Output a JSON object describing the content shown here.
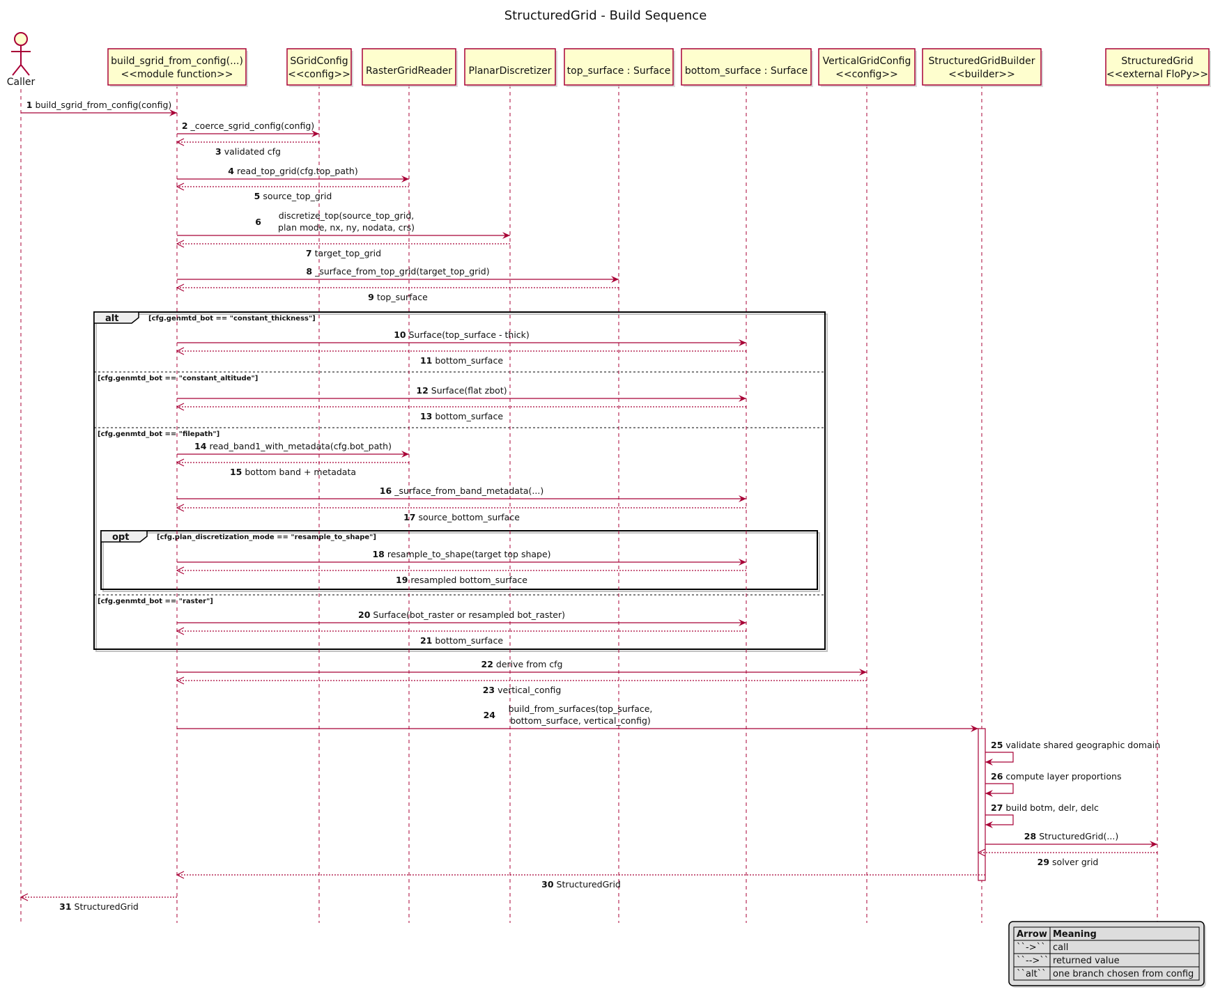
{
  "title": "StructuredGrid - Build Sequence",
  "participants": [
    {
      "id": "caller",
      "kind": "actor",
      "lines": [
        "Caller"
      ]
    },
    {
      "id": "build",
      "kind": "box",
      "lines": [
        "build_sgrid_from_config(...)",
        "<<module function>>"
      ]
    },
    {
      "id": "sgridconfig",
      "kind": "box",
      "lines": [
        "SGridConfig",
        "<<config>>"
      ]
    },
    {
      "id": "raster",
      "kind": "box",
      "lines": [
        "RasterGridReader"
      ]
    },
    {
      "id": "planar",
      "kind": "box",
      "lines": [
        "PlanarDiscretizer"
      ]
    },
    {
      "id": "top",
      "kind": "box",
      "lines": [
        "top_surface : Surface"
      ]
    },
    {
      "id": "bottom",
      "kind": "box",
      "lines": [
        "bottom_surface : Surface"
      ]
    },
    {
      "id": "vertical",
      "kind": "box",
      "lines": [
        "VerticalGridConfig",
        "<<config>>"
      ]
    },
    {
      "id": "builder",
      "kind": "box",
      "lines": [
        "StructuredGridBuilder",
        "<<builder>>"
      ]
    },
    {
      "id": "grid",
      "kind": "box",
      "lines": [
        "StructuredGrid",
        "<<external FloPy>>"
      ]
    }
  ],
  "messages": [
    {
      "n": "1",
      "from": "caller",
      "to": "build",
      "type": "call",
      "lines": [
        "build_sgrid_from_config(config)"
      ]
    },
    {
      "n": "2",
      "from": "build",
      "to": "sgridconfig",
      "type": "call",
      "lines": [
        "_coerce_sgrid_config(config)"
      ]
    },
    {
      "n": "3",
      "from": "sgridconfig",
      "to": "build",
      "type": "return",
      "lines": [
        "validated cfg"
      ]
    },
    {
      "n": "4",
      "from": "build",
      "to": "raster",
      "type": "call",
      "lines": [
        "read_top_grid(cfg.top_path)"
      ]
    },
    {
      "n": "5",
      "from": "raster",
      "to": "build",
      "type": "return",
      "lines": [
        "source_top_grid"
      ]
    },
    {
      "n": "6",
      "from": "build",
      "to": "planar",
      "type": "call",
      "lines": [
        "discretize_top(source_top_grid,",
        "plan mode, nx, ny, nodata, crs)"
      ]
    },
    {
      "n": "7",
      "from": "planar",
      "to": "build",
      "type": "return",
      "lines": [
        "target_top_grid"
      ]
    },
    {
      "n": "8",
      "from": "build",
      "to": "top",
      "type": "call",
      "lines": [
        "_surface_from_top_grid(target_top_grid)"
      ]
    },
    {
      "n": "9",
      "from": "top",
      "to": "build",
      "type": "return",
      "lines": [
        "top_surface"
      ]
    },
    {
      "n": "10",
      "from": "build",
      "to": "bottom",
      "type": "call",
      "lines": [
        "Surface(top_surface - thick)"
      ]
    },
    {
      "n": "11",
      "from": "bottom",
      "to": "build",
      "type": "return",
      "lines": [
        "bottom_surface"
      ]
    },
    {
      "n": "12",
      "from": "build",
      "to": "bottom",
      "type": "call",
      "lines": [
        "Surface(flat zbot)"
      ]
    },
    {
      "n": "13",
      "from": "bottom",
      "to": "build",
      "type": "return",
      "lines": [
        "bottom_surface"
      ]
    },
    {
      "n": "14",
      "from": "build",
      "to": "raster",
      "type": "call",
      "lines": [
        "read_band1_with_metadata(cfg.bot_path)"
      ]
    },
    {
      "n": "15",
      "from": "raster",
      "to": "build",
      "type": "return",
      "lines": [
        "bottom band + metadata"
      ]
    },
    {
      "n": "16",
      "from": "build",
      "to": "bottom",
      "type": "call",
      "lines": [
        "_surface_from_band_metadata(...)"
      ]
    },
    {
      "n": "17",
      "from": "bottom",
      "to": "build",
      "type": "return",
      "lines": [
        "source_bottom_surface"
      ]
    },
    {
      "n": "18",
      "from": "build",
      "to": "bottom",
      "type": "call",
      "lines": [
        "resample_to_shape(target top shape)"
      ]
    },
    {
      "n": "19",
      "from": "bottom",
      "to": "build",
      "type": "return",
      "lines": [
        "resampled bottom_surface"
      ]
    },
    {
      "n": "20",
      "from": "build",
      "to": "bottom",
      "type": "call",
      "lines": [
        "Surface(bot_raster or resampled bot_raster)"
      ]
    },
    {
      "n": "21",
      "from": "bottom",
      "to": "build",
      "type": "return",
      "lines": [
        "bottom_surface"
      ]
    },
    {
      "n": "22",
      "from": "build",
      "to": "vertical",
      "type": "call",
      "lines": [
        "derive from cfg"
      ]
    },
    {
      "n": "23",
      "from": "vertical",
      "to": "build",
      "type": "return",
      "lines": [
        "vertical_config"
      ]
    },
    {
      "n": "24",
      "from": "build",
      "to": "builder",
      "type": "call",
      "lines": [
        "build_from_surfaces(top_surface,",
        "bottom_surface, vertical_config)"
      ]
    },
    {
      "n": "25",
      "from": "builder",
      "to": "builder",
      "type": "self",
      "lines": [
        "validate shared geographic domain"
      ]
    },
    {
      "n": "26",
      "from": "builder",
      "to": "builder",
      "type": "self",
      "lines": [
        "compute layer proportions"
      ]
    },
    {
      "n": "27",
      "from": "builder",
      "to": "builder",
      "type": "self",
      "lines": [
        "build botm, delr, delc"
      ]
    },
    {
      "n": "28",
      "from": "builder",
      "to": "grid",
      "type": "call",
      "lines": [
        "StructuredGrid(...)"
      ]
    },
    {
      "n": "29",
      "from": "grid",
      "to": "builder",
      "type": "return",
      "lines": [
        "solver grid"
      ]
    },
    {
      "n": "30",
      "from": "builder",
      "to": "build",
      "type": "return",
      "lines": [
        "StructuredGrid"
      ]
    },
    {
      "n": "31",
      "from": "build",
      "to": "caller",
      "type": "return",
      "lines": [
        "StructuredGrid"
      ]
    }
  ],
  "fragments": [
    {
      "id": "alt",
      "keyword": "alt",
      "sections": [
        "[cfg.genmtd_bot == \"constant_thickness\"]",
        "[cfg.genmtd_bot == \"constant_altitude\"]",
        "[cfg.genmtd_bot == \"filepath\"]",
        "[cfg.genmtd_bot == \"raster\"]"
      ]
    },
    {
      "id": "opt",
      "keyword": "opt",
      "sections": [
        "[cfg.plan_discretization_mode == \"resample_to_shape\"]"
      ]
    }
  ],
  "legend": {
    "headers": [
      "Arrow",
      "Meaning"
    ],
    "rows": [
      [
        "``->``",
        "call"
      ],
      [
        "``-->``",
        "returned value"
      ],
      [
        "``alt``",
        "one branch chosen from config"
      ]
    ]
  },
  "colors": {
    "line": "#a80036",
    "participant_fill": "#fefece",
    "legend_fill": "#dddddd"
  }
}
